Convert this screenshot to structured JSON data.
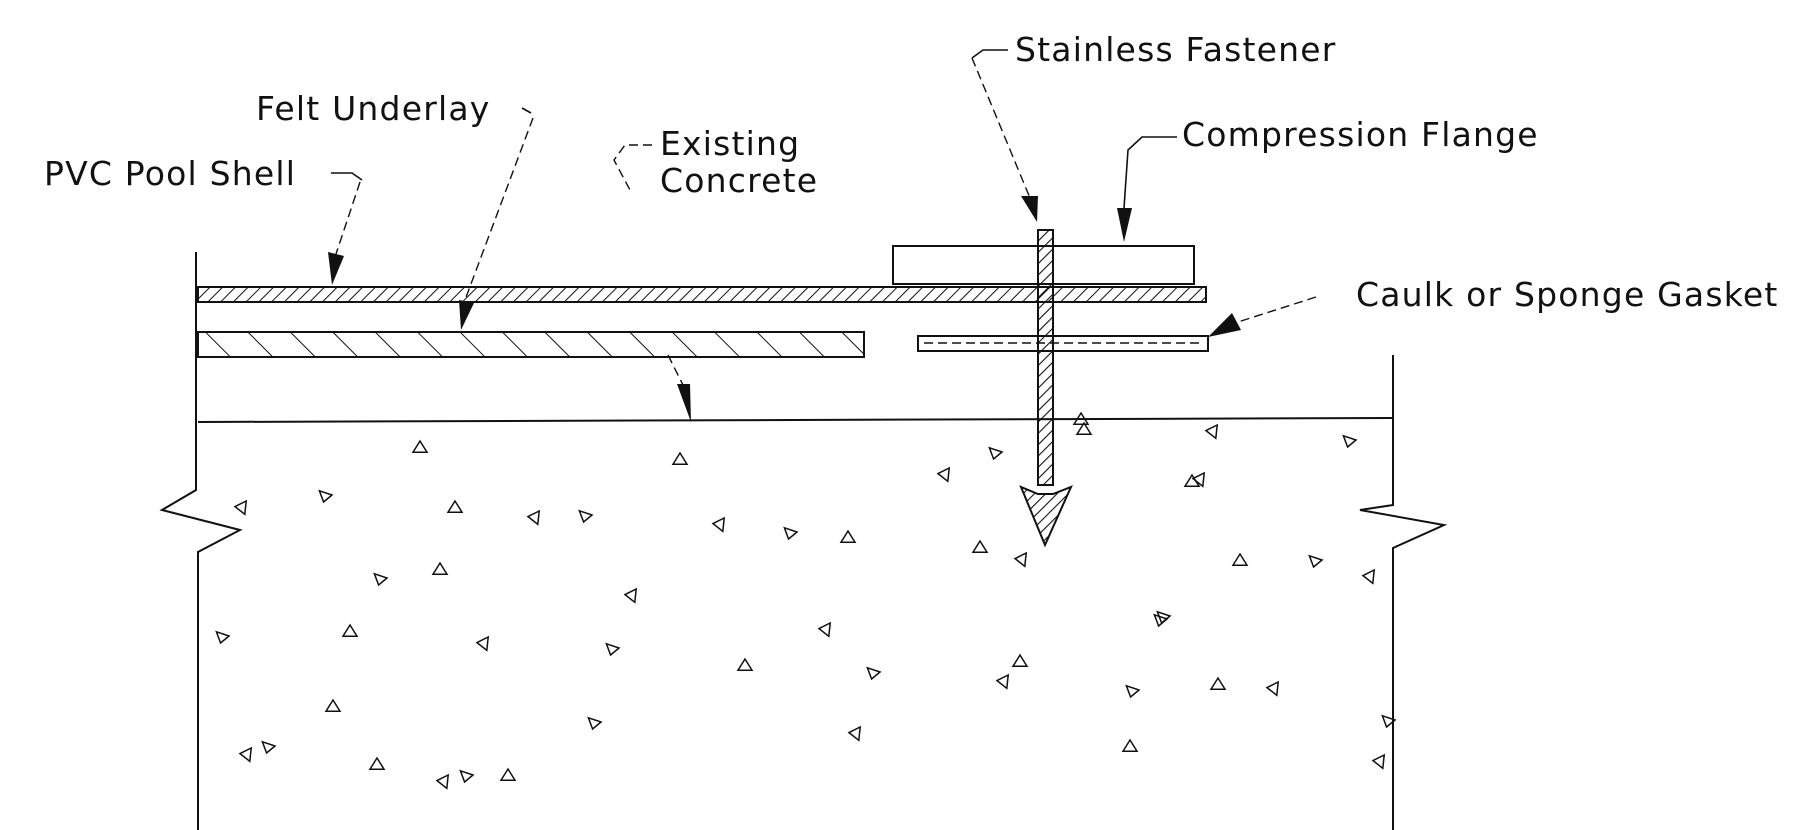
{
  "labels": {
    "stainless_fastener": "Stainless Fastener",
    "compression_flange": "Compression Flange",
    "felt_underlay": "Felt Underlay",
    "existing_concrete_line1": "Existing",
    "existing_concrete_line2": "Concrete",
    "pvc_pool_shell": "PVC Pool Shell",
    "caulk_gasket": "Caulk or Sponge Gasket"
  },
  "colors": {
    "ink": "#111111",
    "paper": "#ffffff"
  }
}
